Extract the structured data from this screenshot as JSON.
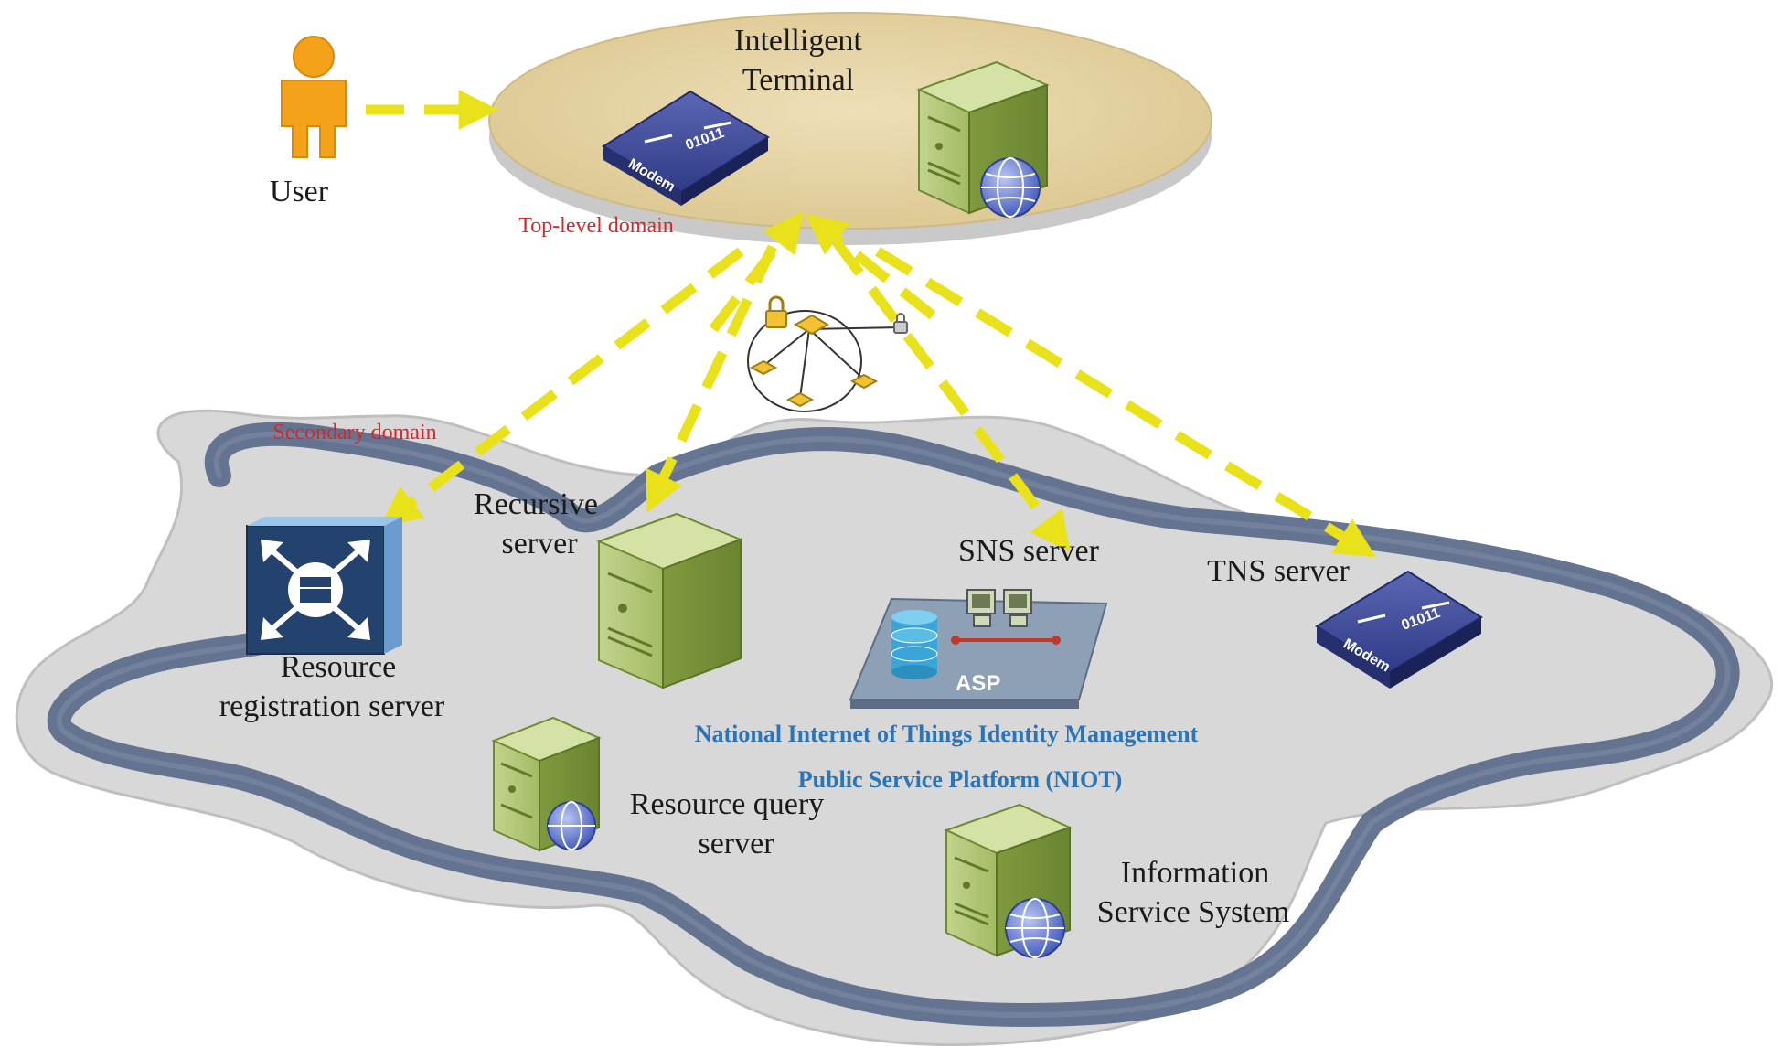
{
  "labels": {
    "intelligent_terminal_line1": "Intelligent",
    "intelligent_terminal_line2": "Terminal",
    "user": "User",
    "top_level_domain": "Top-level domain",
    "secondary_domain": "Secondary domain",
    "recursive_server_line1": "Recursive",
    "recursive_server_line2": "server",
    "sns_server": "SNS server",
    "tns_server": "TNS server",
    "resource_registration_line1": "Resource",
    "resource_registration_line2": "registration server",
    "resource_query_line1": "Resource query",
    "resource_query_line2": "server",
    "info_service_line1": "Information",
    "info_service_line2": "Service System",
    "platform_line1": "National Internet of Things Identity Management",
    "platform_line2": "Public Service Platform (NIOT)"
  },
  "device_text": {
    "modem": "Modem",
    "modem_bits": "01011",
    "asp": "ASP"
  },
  "colors": {
    "arrow": "#e9e21a",
    "domain_label": "#d9262b",
    "platform_label": "#2a74b8",
    "cloud_fill": "#d8d8d8",
    "river": "#5e6e8c",
    "ellipse_top": "#e7d6aa",
    "server_green": "#a7c06a",
    "device_blue": "#3c4a8e"
  },
  "icons": [
    "user-icon",
    "modem-icon",
    "server-icon",
    "globe-icon",
    "network-switch-icon",
    "asp-icon",
    "lock-network-icon"
  ]
}
